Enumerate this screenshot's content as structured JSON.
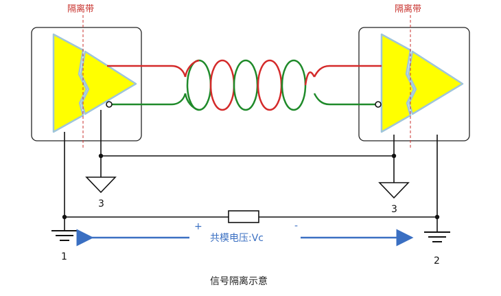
{
  "diagram": {
    "isolation_label_left": "隔离带",
    "isolation_label_right": "隔离带",
    "ground_left_number": "3",
    "ground_right_number": "3",
    "earth_left_number": "1",
    "earth_right_number": "2",
    "plus_sign": "+",
    "minus_sign": "-",
    "common_mode_label": "共模电压:Vc",
    "caption": "信号隔离示意",
    "colors": {
      "signal_red": "#d42a2a",
      "signal_green": "#1f8a2a",
      "isolator_yellow": "#ffff00",
      "isolator_border": "#9fc5da",
      "arrow_blue": "#3a6fc2",
      "isolation_dash": "#c8322d"
    }
  }
}
